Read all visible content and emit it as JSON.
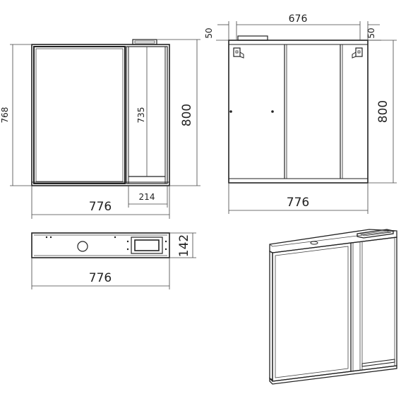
{
  "front_view": {
    "width_label": "776",
    "height_label": "800",
    "left_height_label": "768",
    "shelf_height_label": "735",
    "shelf_width_label": "214"
  },
  "back_view": {
    "width_label": "776",
    "height_label": "800",
    "inner_width_label": "676",
    "left_offset_label": "50",
    "right_offset_label": "50"
  },
  "top_view": {
    "width_label": "776",
    "depth_label": "142"
  }
}
